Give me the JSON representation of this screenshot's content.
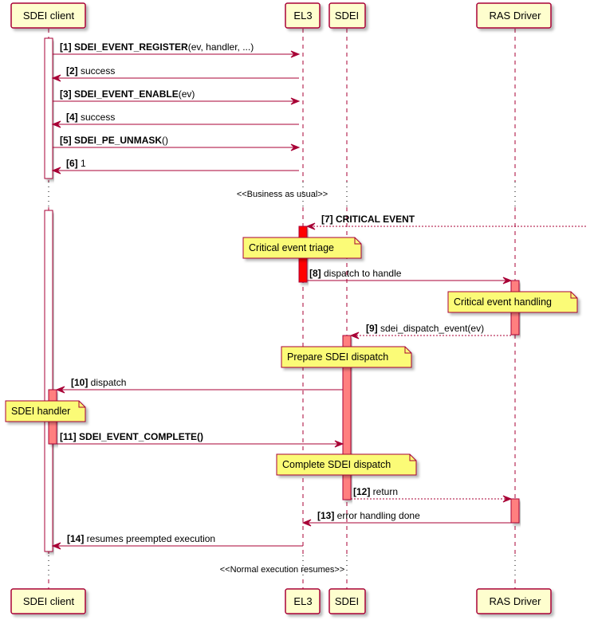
{
  "participants": [
    {
      "id": "client",
      "label": "SDEI client"
    },
    {
      "id": "el3",
      "label": "EL3"
    },
    {
      "id": "sdei",
      "label": "SDEI"
    },
    {
      "id": "ras",
      "label": "RAS Driver"
    }
  ],
  "messages": [
    {
      "num": "[1]",
      "parts": [
        {
          "t": "SDEI_EVENT_REGISTER",
          "b": true
        },
        {
          "t": "(ev, handler, ...)",
          "b": false
        }
      ],
      "dashed": false
    },
    {
      "num": "[2]",
      "parts": [
        {
          "t": "success",
          "b": false
        }
      ],
      "dashed": false
    },
    {
      "num": "[3]",
      "parts": [
        {
          "t": "SDEI_EVENT_ENABLE",
          "b": true
        },
        {
          "t": "(ev)",
          "b": false
        }
      ],
      "dashed": false
    },
    {
      "num": "[4]",
      "parts": [
        {
          "t": "success",
          "b": false
        }
      ],
      "dashed": false
    },
    {
      "num": "[5]",
      "parts": [
        {
          "t": "SDEI_PE_UNMASK",
          "b": true
        },
        {
          "t": "()",
          "b": false
        }
      ],
      "dashed": false
    },
    {
      "num": "[6]",
      "parts": [
        {
          "t": "1",
          "b": false
        }
      ],
      "dashed": false
    },
    {
      "num": "[7]",
      "parts": [
        {
          "t": "CRITICAL EVENT",
          "b": true
        }
      ],
      "dashed": true
    },
    {
      "num": "[8]",
      "parts": [
        {
          "t": "dispatch to handle",
          "b": false
        }
      ],
      "dashed": false
    },
    {
      "num": "[9]",
      "parts": [
        {
          "t": "sdei_dispatch_event(ev)",
          "b": false
        }
      ],
      "dashed": true
    },
    {
      "num": "[10]",
      "parts": [
        {
          "t": "dispatch",
          "b": false
        }
      ],
      "dashed": false
    },
    {
      "num": "[11]",
      "parts": [
        {
          "t": "SDEI_EVENT_COMPLETE()",
          "b": true
        }
      ],
      "dashed": false
    },
    {
      "num": "[12]",
      "parts": [
        {
          "t": "return",
          "b": false
        }
      ],
      "dashed": true
    },
    {
      "num": "[13]",
      "parts": [
        {
          "t": "error handling done",
          "b": false
        }
      ],
      "dashed": false
    },
    {
      "num": "[14]",
      "parts": [
        {
          "t": "resumes preempted execution",
          "b": false
        }
      ],
      "dashed": false
    }
  ],
  "dividers": [
    "<<Business as usual>>",
    "<<Normal execution resumes>>"
  ],
  "notes": [
    "Critical event triage",
    "Critical event handling",
    "Prepare SDEI dispatch",
    "SDEI handler",
    "Complete SDEI dispatch"
  ],
  "colors": {
    "participant_fill": "#FEFECE",
    "participant_border": "#A80036",
    "arrow": "#A80036",
    "note_fill": "#FBFB77",
    "activation_critical": "#FF0000",
    "activation_light": "#FF7F7F",
    "activation_plain": "#FFFFFF"
  }
}
